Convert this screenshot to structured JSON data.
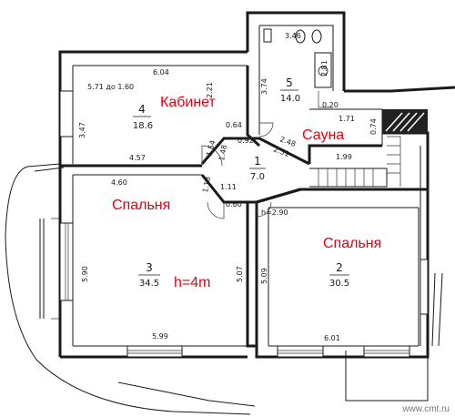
{
  "labels": {
    "kabinet": "Кабинет",
    "sauna": "Сауна",
    "spalnya_left": "Спальня",
    "spalnya_right": "Спальня",
    "height_left": "h=4m"
  },
  "rooms": {
    "r1": {
      "number": "1",
      "area": "7.0"
    },
    "r2": {
      "number": "2",
      "area": "30.5"
    },
    "r3": {
      "number": "3",
      "area": "34.5"
    },
    "r4": {
      "number": "4",
      "area": "18.6"
    },
    "r5": {
      "number": "5",
      "area": "14.0"
    }
  },
  "dimensions": {
    "top_604": "6.04",
    "top_571": "5.71 до 1.60",
    "d_221": "2.21",
    "d_347": "3.47",
    "d_064": "0.64",
    "d_457": "4.57",
    "d_154": "1.54",
    "d_148": "1.48",
    "d_092": "0.92",
    "d_248": "2.48",
    "d_251": "2.51",
    "d_111": "1.11",
    "d_118": "1.18",
    "d_460": "4.60",
    "d_060": "0.60",
    "d_374": "3.74",
    "d_346": "3.46",
    "d_281": "2.81",
    "d_020": "0.20",
    "d_171": "1.71",
    "d_074": "0.74",
    "d_199": "1.99",
    "h_290": "h=2.90",
    "d_590": "5.90",
    "d_507": "5.07",
    "d_509": "5.09",
    "d_599": "5.99",
    "d_601": "6.01"
  },
  "watermark": "www.cmt.ru"
}
